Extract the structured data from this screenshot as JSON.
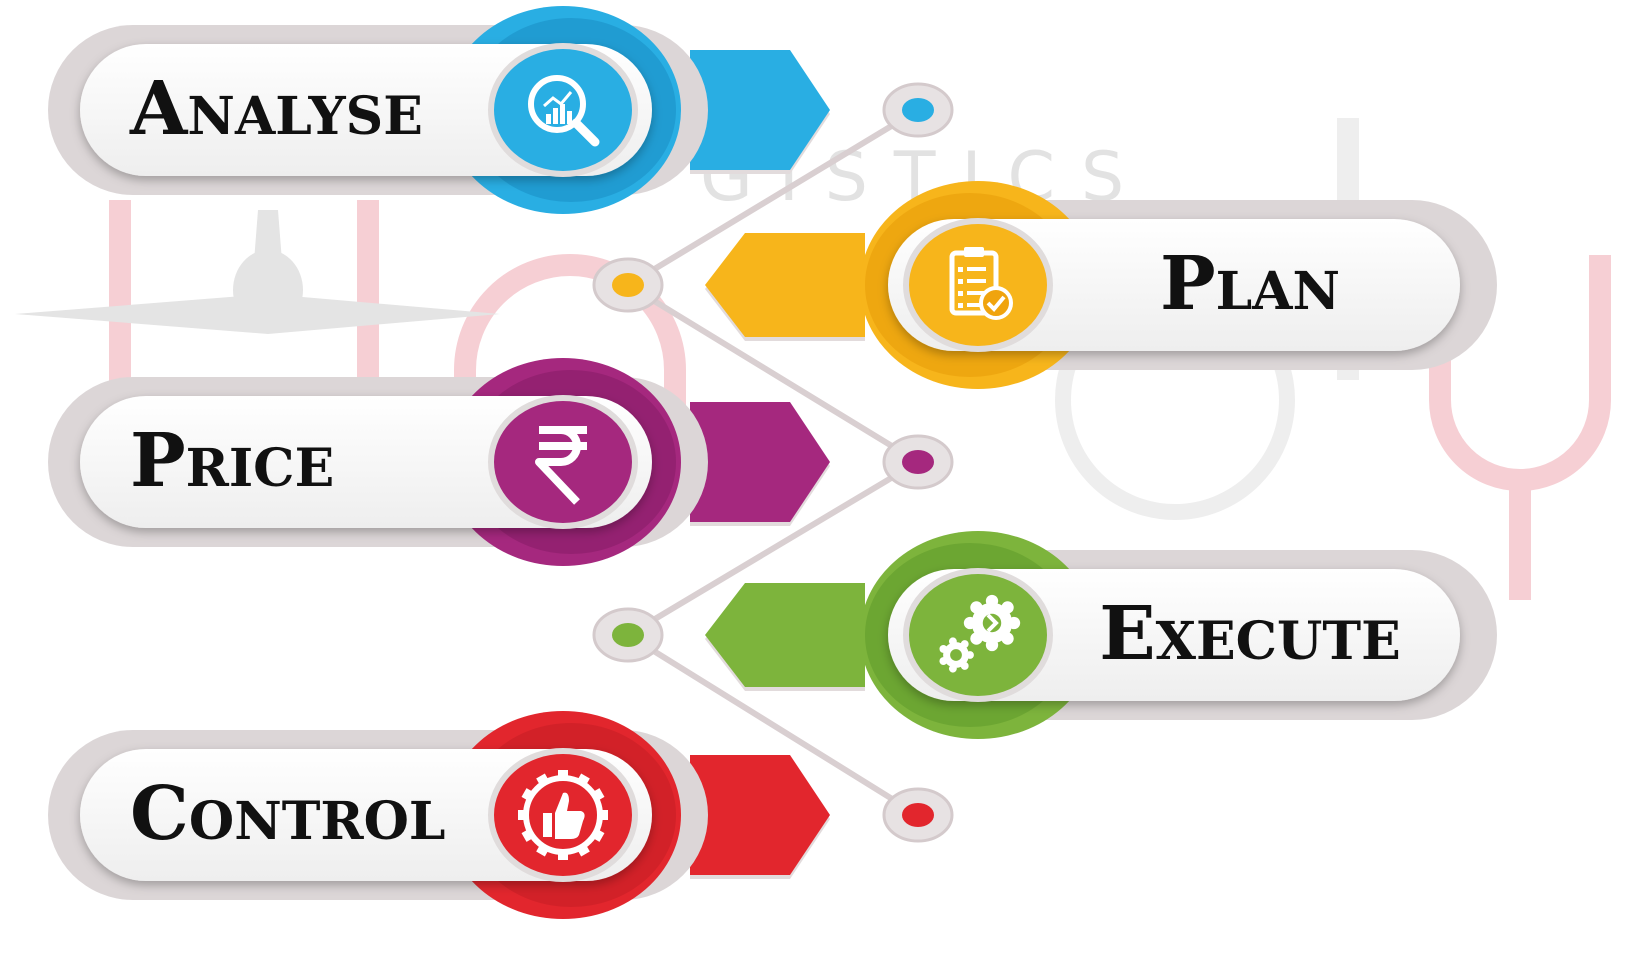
{
  "watermark": {
    "text": "GISTICS"
  },
  "steps": [
    {
      "id": "analyse",
      "label": "Analyse",
      "icon": "analytics-magnifier-icon",
      "color": "#29aee3",
      "dark": "#1a8ec4",
      "side": "left"
    },
    {
      "id": "plan",
      "label": "Plan",
      "icon": "checklist-icon",
      "color": "#f7b51b",
      "dark": "#e79a07",
      "side": "right"
    },
    {
      "id": "price",
      "label": "Price",
      "icon": "rupee-icon",
      "color": "#a5287e",
      "dark": "#861c66",
      "side": "left"
    },
    {
      "id": "execute",
      "label": "Execute",
      "icon": "gears-icon",
      "color": "#7db43c",
      "dark": "#5e9a2a",
      "side": "right"
    },
    {
      "id": "control",
      "label": "Control",
      "icon": "thumbs-up-gear-icon",
      "color": "#e2262d",
      "dark": "#c41d24",
      "side": "left"
    }
  ]
}
